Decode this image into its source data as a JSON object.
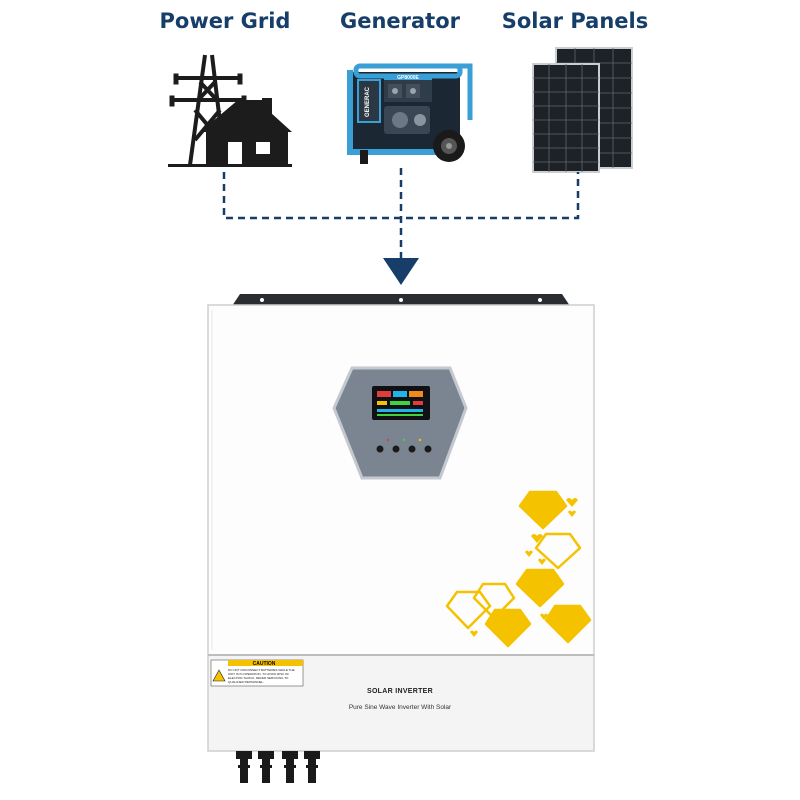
{
  "sources": [
    {
      "label": "Power Grid",
      "icon": "power-grid-icon"
    },
    {
      "label": "Generator",
      "icon": "generator-icon"
    },
    {
      "label": "Solar Panels",
      "icon": "solar-panels-icon"
    }
  ],
  "generator": {
    "brand": "GENERAC",
    "model": "GP8000E"
  },
  "inverter": {
    "title": "SOLAR INVERTER",
    "subtitle": "Pure Sine Wave Inverter With Solar",
    "caution_heading": "CAUTION",
    "caution_note": "DO NOT DISCONNECT BATTERIES WHILE THE UNIT IS IN OPERATION. TO AVOID RISK OF ELECTRIC SHOCK, REFER SERVICING TO QUALIFIED PERSONNEL."
  },
  "colors": {
    "label": "#163e68",
    "connector": "#163e68",
    "accent_yellow": "#f5c200",
    "panel_gray": "#7b8592",
    "generator_blue": "#3a9fd6"
  }
}
